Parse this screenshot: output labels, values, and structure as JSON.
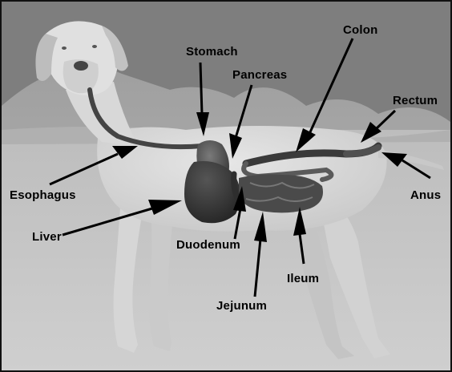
{
  "labels": {
    "stomach": "Stomach",
    "pancreas": "Pancreas",
    "colon": "Colon",
    "rectum": "Rectum",
    "esophagus": "Esophagus",
    "anus": "Anus",
    "liver": "Liver",
    "duodenum": "Duodenum",
    "ileum": "Ileum",
    "jejunum": "Jejunum"
  }
}
